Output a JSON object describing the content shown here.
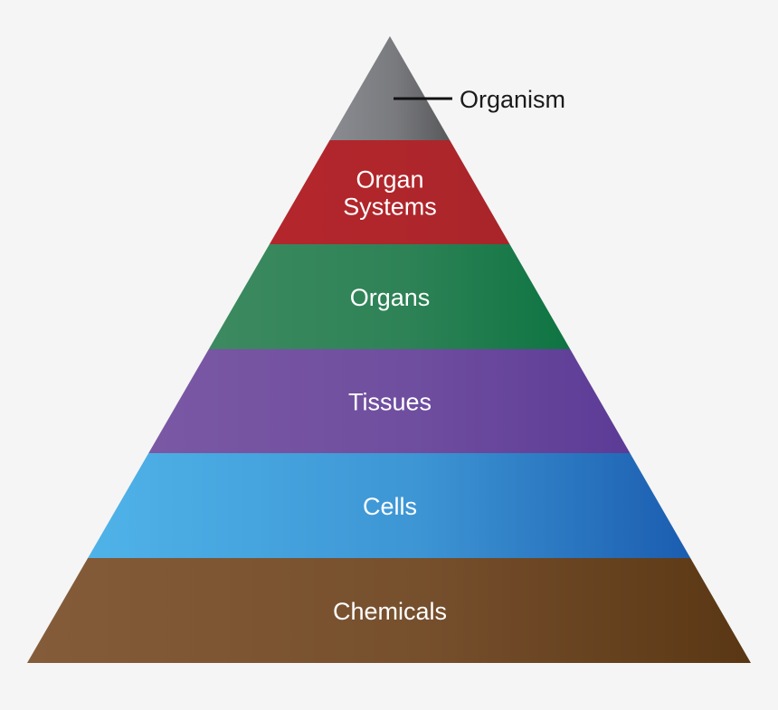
{
  "pyramid": {
    "top": {
      "label": "Organism",
      "color_start": "#8a8c91",
      "color_end": "#58595b"
    },
    "tiers": [
      {
        "lines": [
          "Organ",
          "Systems"
        ],
        "color_start": "#b3262c",
        "color_end": "#a8252a"
      },
      {
        "lines": [
          "Organs"
        ],
        "color_start": "#3d8a60",
        "color_end": "#0e7442"
      },
      {
        "lines": [
          "Tissues"
        ],
        "color_start": "#7a58a4",
        "color_end": "#5b3b96"
      },
      {
        "lines": [
          "Cells"
        ],
        "color_start": "#4fb3e8",
        "color_end": "#1b5db0"
      },
      {
        "lines": [
          "Chemicals"
        ],
        "color_start": "#855c3a",
        "color_end": "#5a3714"
      }
    ]
  }
}
